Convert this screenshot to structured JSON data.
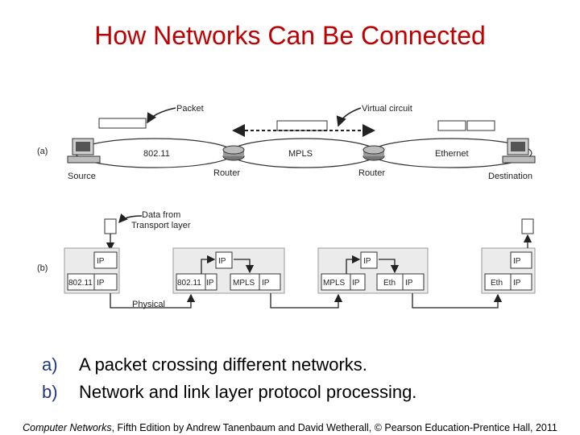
{
  "title": "How Networks Can Be Connected",
  "part_a": {
    "marker": "(a)",
    "packet_label": "Packet",
    "vc_label": "Virtual circuit",
    "networks": [
      "802.11",
      "MPLS",
      "Ethernet"
    ],
    "source_label": "Source",
    "router1_label": "Router",
    "router2_label": "Router",
    "dest_label": "Destination"
  },
  "part_b": {
    "marker": "(b)",
    "data_label_1": "Data from",
    "data_label_2": "Transport layer",
    "physical_label": "Physical",
    "ip": "IP",
    "l_80211": "802.11",
    "l_mpls": "MPLS",
    "l_eth": "Eth"
  },
  "captions": [
    {
      "marker": "a)",
      "text": "A packet crossing different networks."
    },
    {
      "marker": "b)",
      "text": "Network and link layer protocol processing."
    }
  ],
  "footer": {
    "book": "Computer Networks",
    "rest": ", Fifth Edition by Andrew Tanenbaum and David Wetherall, © Pearson Education-Prentice Hall, 2011"
  }
}
